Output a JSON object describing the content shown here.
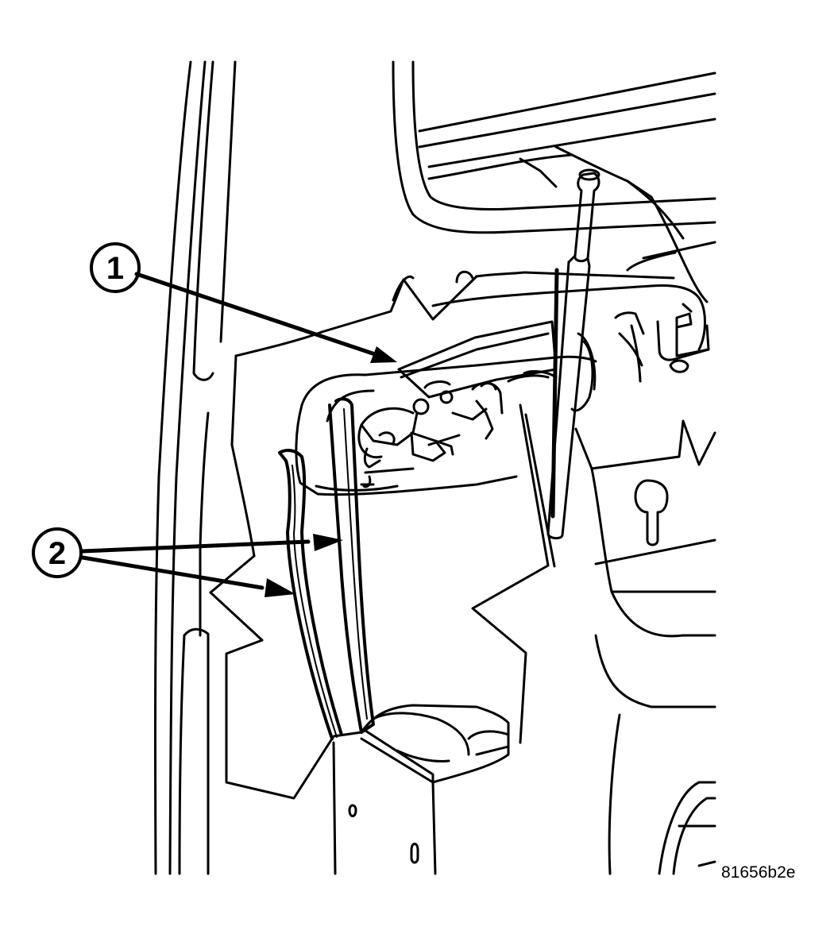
{
  "callouts": [
    {
      "id": "1",
      "label": "1"
    },
    {
      "id": "2",
      "label": "2"
    }
  ],
  "figure_id": "81656b2e"
}
